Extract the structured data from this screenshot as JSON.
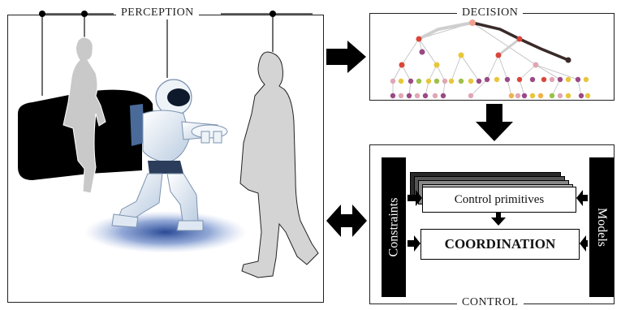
{
  "labels": {
    "perception": "PERCEPTION",
    "decision": "DECISION",
    "control": "CONTROL"
  },
  "control": {
    "constraints": "Constraints",
    "models": "Models",
    "primitives": "Control primitives",
    "coordination": "COORDINATION"
  },
  "colors": {
    "tree_red": "#d9463a",
    "tree_purple": "#9a4a84",
    "tree_yellow": "#e7c63a",
    "tree_pink": "#e0a6b4",
    "tree_green": "#9cc04a",
    "tree_orange": "#f0b04a",
    "robot_glow": "#2f55a8"
  }
}
